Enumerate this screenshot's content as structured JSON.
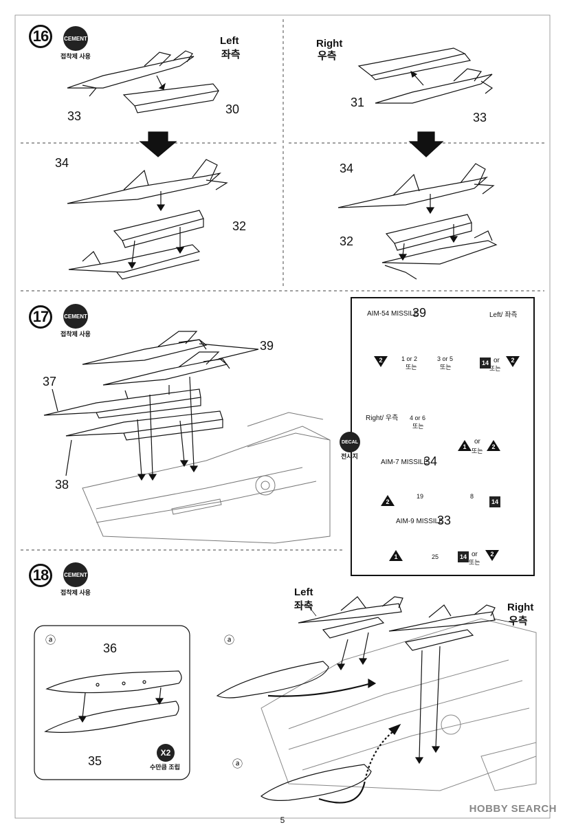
{
  "steps": {
    "s16": {
      "number": "16",
      "cement_label": "CEMENT",
      "cement_note": "접착제 사용"
    },
    "s17": {
      "number": "17",
      "cement_label": "CEMENT",
      "cement_note": "접착제 사용"
    },
    "s18": {
      "number": "18",
      "cement_label": "CEMENT",
      "cement_note": "접착제 사용"
    }
  },
  "step16": {
    "left_en": "Left",
    "left_ko": "좌측",
    "right_en": "Right",
    "right_ko": "우측",
    "part_left_missile": "33",
    "part_left_rail": "30",
    "part_right_rail": "31",
    "part_right_missile": "33",
    "part_left_big_missile": "34",
    "part_left_pylon": "32",
    "part_right_big_missile": "34",
    "part_right_pylon": "32"
  },
  "step17": {
    "part_phoenix": "39",
    "part_pallet_upper": "37",
    "part_pallet_lower": "38"
  },
  "decals": {
    "icon_label": "DECAL",
    "icon_note": "전사지",
    "aim54_title": "AIM-54 MISSILE",
    "aim54_part": "39",
    "left_note": "Left/ 좌측",
    "right_note": "Right/ 우측",
    "d_1or2": "1 or 2",
    "d_1or2_ko": "또는",
    "d_3or5": "3 or 5",
    "d_3or5_ko": "또는",
    "d_4or6": "4 or 6",
    "d_4or6_ko": "또는",
    "or": "or",
    "or_ko": "또는",
    "aim7_title": "AIM-7 MISSILE",
    "aim7_part": "34",
    "d19": "19",
    "d8": "8",
    "aim9_title": "AIM-9 MISSILE",
    "aim9_part": "33",
    "d25": "25",
    "color_1": "1",
    "color_2": "2",
    "color_14": "14"
  },
  "step18": {
    "inset_marker": "ⓐ",
    "part_top": "36",
    "part_bottom": "35",
    "x2_label": "X2",
    "x2_note": "수만큼 조립",
    "left_en": "Left",
    "left_ko": "좌측",
    "right_en": "Right",
    "right_ko": "우측"
  },
  "footer": {
    "page_number": "5",
    "watermark": "HOBBY SEARCH"
  }
}
